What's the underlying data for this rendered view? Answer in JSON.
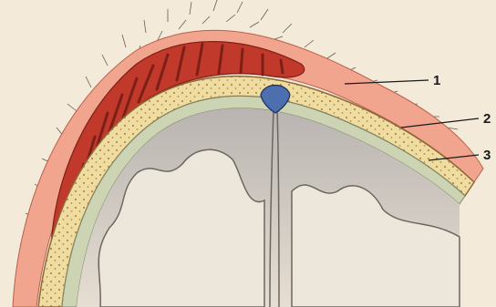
{
  "labels": {
    "l1": "1",
    "l2": "2",
    "l3": "3"
  },
  "colors": {
    "paper": "#f3ead9",
    "scalp_skin": "#f2a58e",
    "muscle": "#c0392b",
    "muscle_dark": "#7d1f17",
    "bone_diploe": "#efdca0",
    "bone_dots": "#b48a4a",
    "dura": "#cdd4b4",
    "brain_cortex": "#c2bfbd",
    "brain_white": "#ede6da",
    "sinus_blue": "#4c6fb0"
  }
}
